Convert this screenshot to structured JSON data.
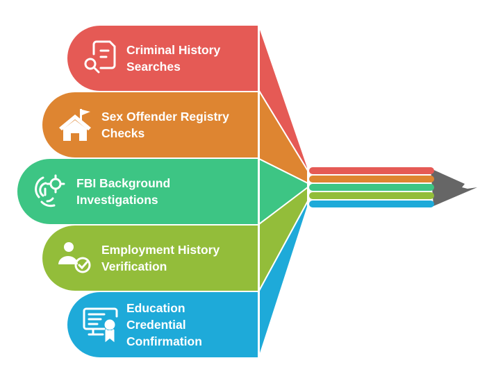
{
  "title": "Background check components",
  "items": [
    {
      "lines": [
        "Criminal History",
        "Searches"
      ],
      "icon": "document-search-icon",
      "color": "#e55a55"
    },
    {
      "lines": [
        "Sex Offender Registry",
        "Checks"
      ],
      "icon": "house-flag-icon",
      "color": "#de8531"
    },
    {
      "lines": [
        "FBI Background",
        "Investigations"
      ],
      "icon": "fingerprint-target-icon",
      "color": "#3dc584"
    },
    {
      "lines": [
        "Employment History",
        "Verification"
      ],
      "icon": "user-check-icon",
      "color": "#93bd3a"
    },
    {
      "lines": [
        "Education",
        "Credential",
        "Confirmation"
      ],
      "icon": "certificate-icon",
      "color": "#1eaad9"
    }
  ],
  "pencil_tip_color": "#666666"
}
